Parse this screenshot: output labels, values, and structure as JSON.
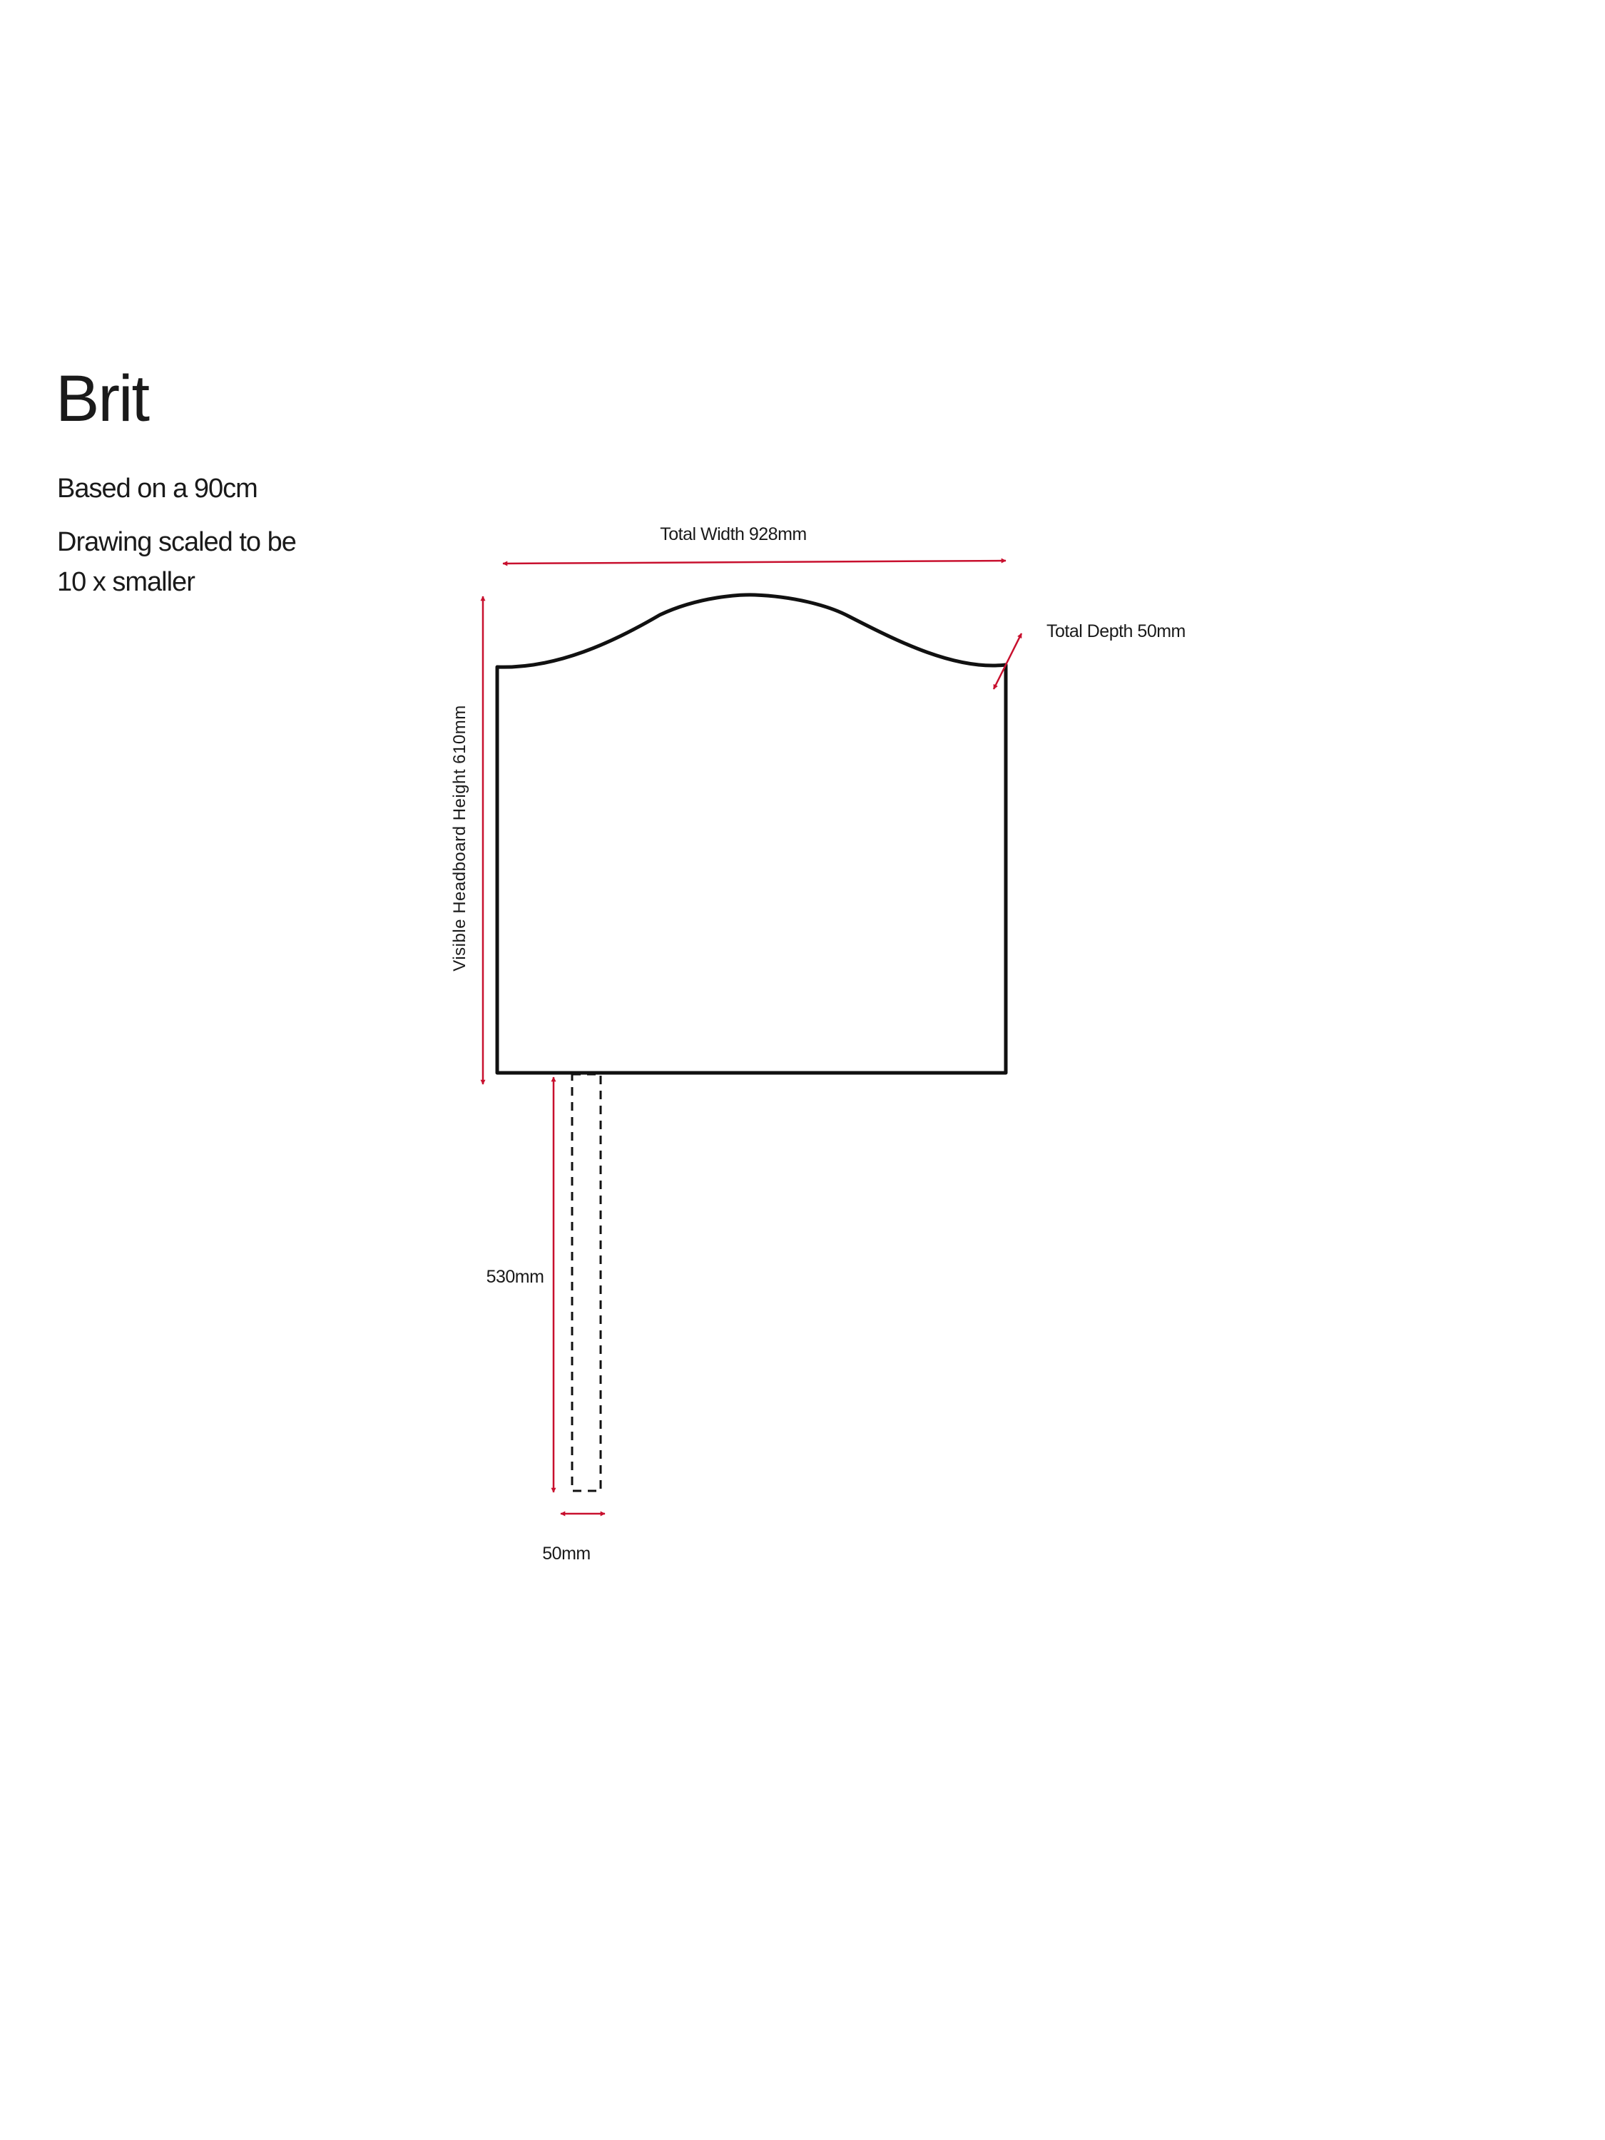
{
  "title": "Brit",
  "notes": [
    "Based on a 90cm",
    "Drawing scaled to be",
    "10 x smaller"
  ],
  "dimensions": {
    "total_width": "Total Width 928mm",
    "total_depth": "Total Depth 50mm",
    "visible_height": "Visible Headboard Height 610mm",
    "leg_height": "530mm",
    "leg_width": "50mm"
  },
  "colors": {
    "outline": "#111111",
    "dimension": "#c8102e"
  }
}
